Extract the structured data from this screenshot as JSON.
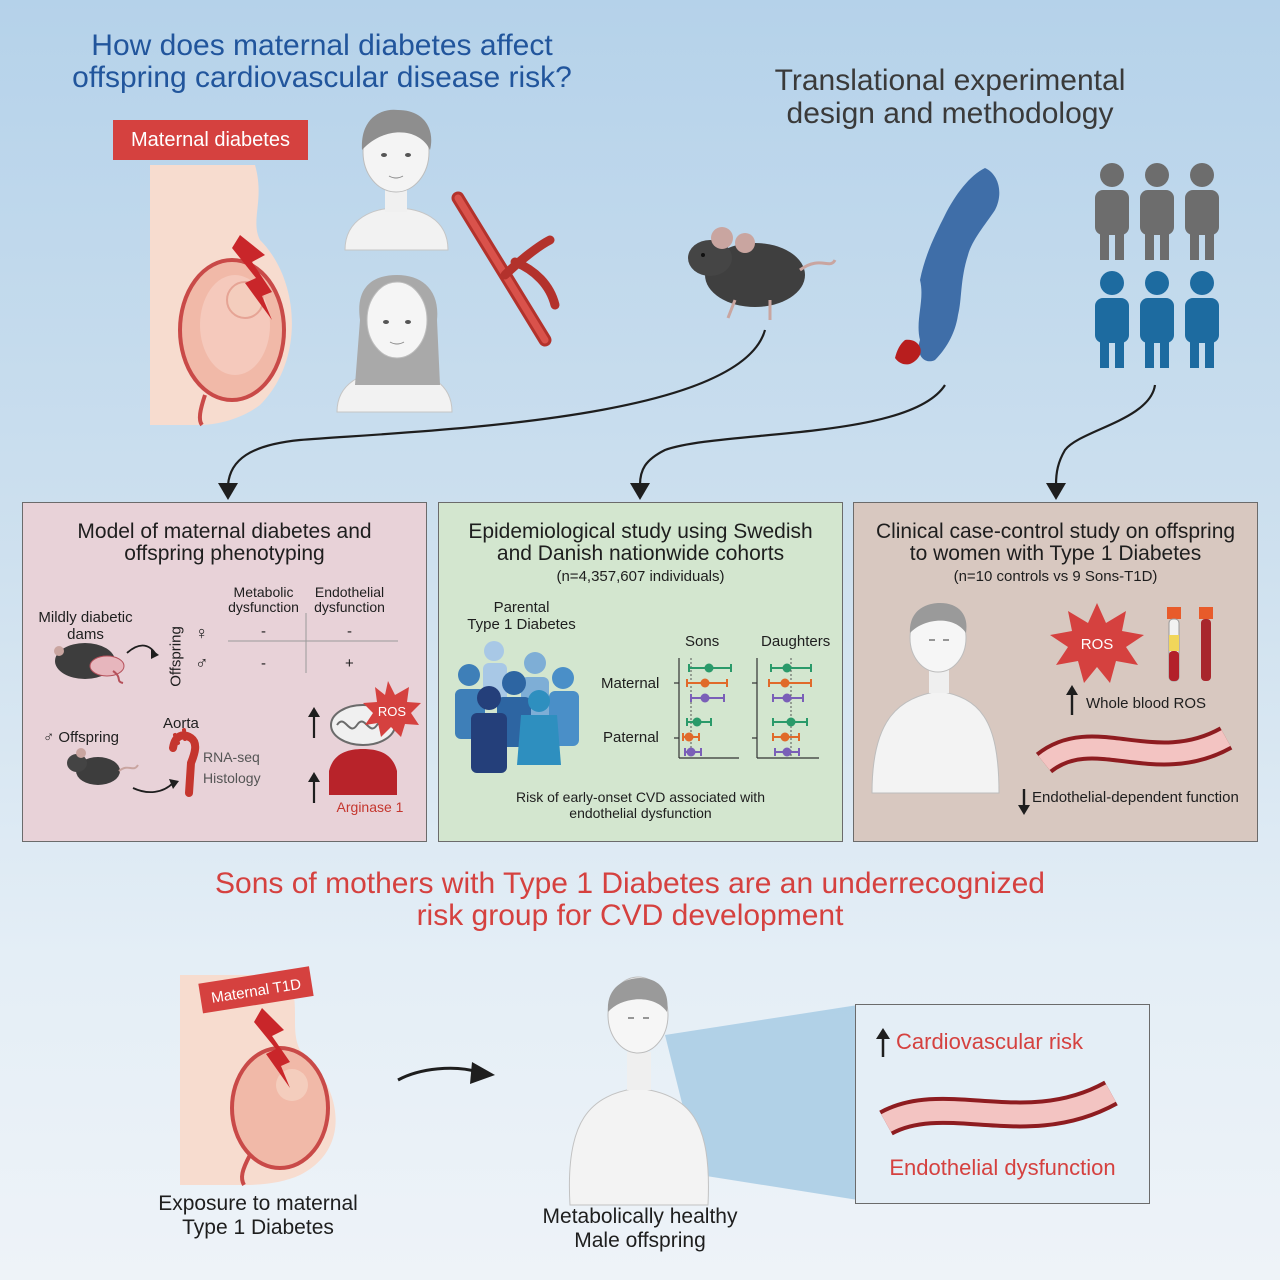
{
  "header": {
    "question_line1": "How does maternal diabetes affect",
    "question_line2": "offspring cardiovascular disease risk?",
    "design_line1": "Translational experimental",
    "design_line2": "design and methodology",
    "maternal_badge": "Maternal diabetes"
  },
  "panel_model": {
    "title_line1": "Model of maternal diabetes and",
    "title_line2": "offspring phenotyping",
    "col_metabolic_1": "Metabolic",
    "col_metabolic_2": "dysfunction",
    "col_endothelial_1": "Endothelial",
    "col_endothelial_2": "dysfunction",
    "dams_1": "Mildly diabetic",
    "dams_2": "dams",
    "offspring_axis": "Offspring",
    "female_symbol": "♀",
    "male_symbol": "♂",
    "f_metabolic": "-",
    "f_endothelial": "-",
    "m_metabolic": "-",
    "m_endothelial": "+",
    "male_offspring": "♂ Offspring",
    "aorta": "Aorta",
    "rnaseq": "RNA-seq",
    "histology": "Histology",
    "ros": "ROS",
    "arginase": "Arginase 1"
  },
  "panel_epi": {
    "title_line1": "Epidemiological study using Swedish",
    "title_line2": "and Danish nationwide cohorts",
    "n": "(n=4,357,607 individuals)",
    "parental_1": "Parental",
    "parental_2": "Type 1 Diabetes",
    "sons": "Sons",
    "daughters": "Daughters",
    "maternal": "Maternal",
    "paternal": "Paternal",
    "caption_1": "Risk of early-onset CVD associated with",
    "caption_2": "endothelial dysfunction"
  },
  "panel_clinical": {
    "title_line1": "Clinical case-control study on offspring",
    "title_line2": "to women with Type 1 Diabetes",
    "n": "(n=10 controls vs 9 Sons-T1D)",
    "ros": "ROS",
    "whole_blood": "Whole blood ROS",
    "endothelial_fn": "Endothelial-dependent function"
  },
  "conclusion": {
    "line1": "Sons of mothers with Type 1 Diabetes are an underrecognized",
    "line2": "risk group for CVD development"
  },
  "bottom": {
    "badge": "Maternal T1D",
    "exposure_1": "Exposure to maternal",
    "exposure_2": "Type 1 Diabetes",
    "healthy_1": "Metabolically healthy",
    "healthy_2": "Male offspring",
    "cv_risk": "Cardiovascular risk",
    "endo_dys": "Endothelial dysfunction"
  },
  "colors": {
    "title_blue": "#21559c",
    "accent_red": "#d5413f",
    "panel_model_bg": "#e8d2d8",
    "panel_epi_bg": "#d3e6cf",
    "panel_clinical_bg": "#d8c8c0",
    "green": "#2a9a6a",
    "orange": "#e06a2a",
    "purple": "#7a5fb8"
  }
}
